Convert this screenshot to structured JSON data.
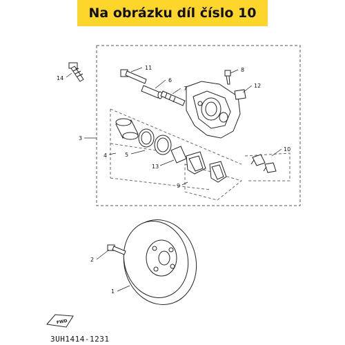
{
  "header": {
    "title": "Na obrázku díl číslo 10",
    "color": "#fdd52b"
  },
  "callouts": [
    {
      "id": "1",
      "label": "1"
    },
    {
      "id": "2",
      "label": "2"
    },
    {
      "id": "3",
      "label": "3"
    },
    {
      "id": "4",
      "label": "4"
    },
    {
      "id": "5",
      "label": "5"
    },
    {
      "id": "6",
      "label": "6"
    },
    {
      "id": "7",
      "label": "7"
    },
    {
      "id": "8",
      "label": "8"
    },
    {
      "id": "9",
      "label": "9"
    },
    {
      "id": "10",
      "label": "10"
    },
    {
      "id": "11",
      "label": "11"
    },
    {
      "id": "12",
      "label": "12"
    },
    {
      "id": "13",
      "label": "13"
    },
    {
      "id": "14",
      "label": "14"
    }
  ],
  "fwd_label": "FWD",
  "diagram_code": "3UH1414-1231"
}
